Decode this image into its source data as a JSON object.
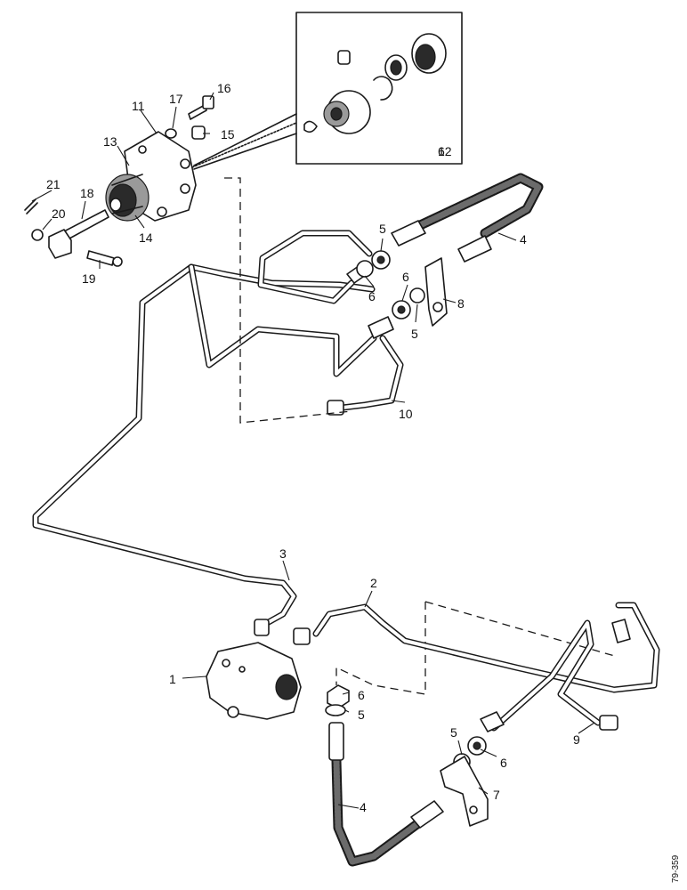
{
  "diagram": {
    "callouts": [
      {
        "id": "c1",
        "label": "1"
      },
      {
        "id": "c2",
        "label": "2"
      },
      {
        "id": "c3",
        "label": "3"
      },
      {
        "id": "c4a",
        "label": "4"
      },
      {
        "id": "c4b",
        "label": "4"
      },
      {
        "id": "c5a",
        "label": "5"
      },
      {
        "id": "c5b",
        "label": "5"
      },
      {
        "id": "c5c",
        "label": "5"
      },
      {
        "id": "c5d",
        "label": "5"
      },
      {
        "id": "c6a",
        "label": "6"
      },
      {
        "id": "c6b",
        "label": "6"
      },
      {
        "id": "c6c",
        "label": "6"
      },
      {
        "id": "c6d",
        "label": "6"
      },
      {
        "id": "c7",
        "label": "7"
      },
      {
        "id": "c8",
        "label": "8"
      },
      {
        "id": "c9",
        "label": "9"
      },
      {
        "id": "c10",
        "label": "10"
      },
      {
        "id": "c11",
        "label": "11"
      },
      {
        "id": "c12",
        "label": "12"
      },
      {
        "id": "c13",
        "label": "13"
      },
      {
        "id": "c14",
        "label": "14"
      },
      {
        "id": "c15",
        "label": "15"
      },
      {
        "id": "c16",
        "label": "16"
      },
      {
        "id": "c17",
        "label": "17"
      },
      {
        "id": "c18",
        "label": "18"
      },
      {
        "id": "c19",
        "label": "19"
      },
      {
        "id": "c20",
        "label": "20"
      },
      {
        "id": "c21",
        "label": "21"
      }
    ],
    "figure_ref": "79-359"
  }
}
